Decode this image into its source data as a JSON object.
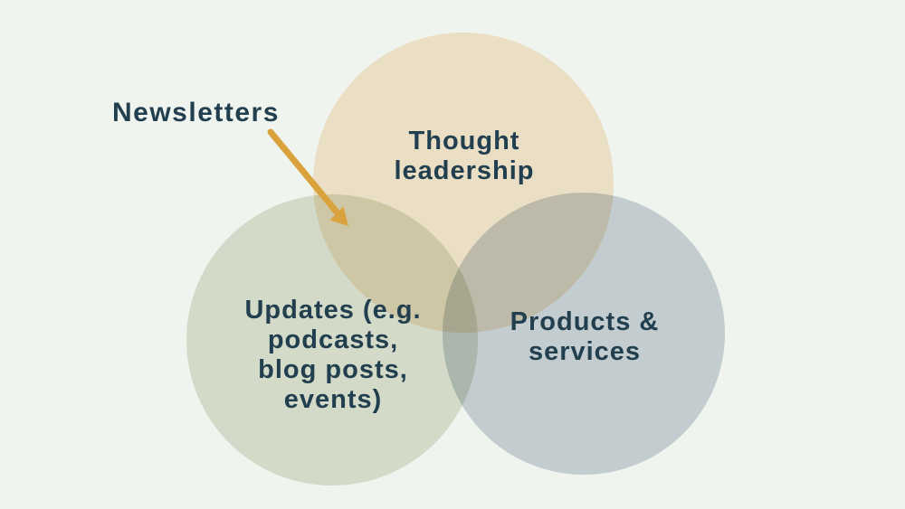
{
  "canvas": {
    "background_color": "#f0f4ee",
    "text_color": "#223f50"
  },
  "annotation": {
    "label": "Newsletters",
    "arrow_color": "#d9a23c",
    "points_to": "overlap of Thought leadership and Updates circles"
  },
  "venn": {
    "circles": [
      {
        "id": "thought-leadership",
        "label": "Thought leadership",
        "label_lines": [
          "Thought",
          "leadership"
        ],
        "fill": "#f9e9d2"
      },
      {
        "id": "updates",
        "label": "Updates (e.g. podcasts, blog posts, events)",
        "label_lines": [
          "Updates (e.g.",
          "podcasts,",
          "blog posts,",
          "events)"
        ],
        "fill": "#e1e4d7"
      },
      {
        "id": "products-services",
        "label": "Products & services",
        "label_lines": [
          "Products &",
          "services"
        ],
        "fill": "#cfd5dd"
      }
    ]
  }
}
